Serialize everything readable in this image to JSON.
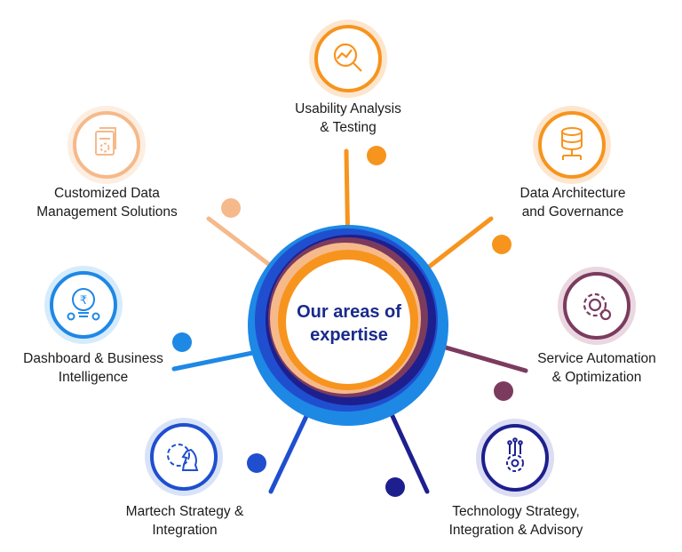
{
  "center": {
    "line1": "Our areas of",
    "line2": "expertise"
  },
  "areas": [
    {
      "line1": "Usability Analysis",
      "line2": "& Testing",
      "icon": "magnifier-analysis-icon",
      "color": "#f7941d"
    },
    {
      "line1": "Data Architecture",
      "line2": "and Governance",
      "icon": "database-icon",
      "color": "#f7941d"
    },
    {
      "line1": "Service Automation",
      "line2": "& Optimization",
      "icon": "gear-automation-icon",
      "color": "#7b3b5f"
    },
    {
      "line1": "Technology Strategy,",
      "line2": "Integration & Advisory",
      "icon": "circuit-gear-icon",
      "color": "#1d1f8f"
    },
    {
      "line1": "Martech Strategy &",
      "line2": "Integration",
      "icon": "chess-knight-gear-icon",
      "color": "#1f4fcf"
    },
    {
      "line1": "Dashboard & Business",
      "line2": "Intelligence",
      "icon": "rupee-bulb-icon",
      "color": "#1e88e5"
    },
    {
      "line1": "Customized Data",
      "line2": "Management Solutions",
      "icon": "documents-gear-icon",
      "color": "#f6b98a"
    }
  ],
  "colors": {
    "orange": "#f7941d",
    "peach": "#f6b98a",
    "plum": "#7b3b5f",
    "navy": "#1d1f8f",
    "royal_blue": "#1f4fcf",
    "sky_blue": "#1e88e5",
    "center_text": "#1a2a8c"
  }
}
